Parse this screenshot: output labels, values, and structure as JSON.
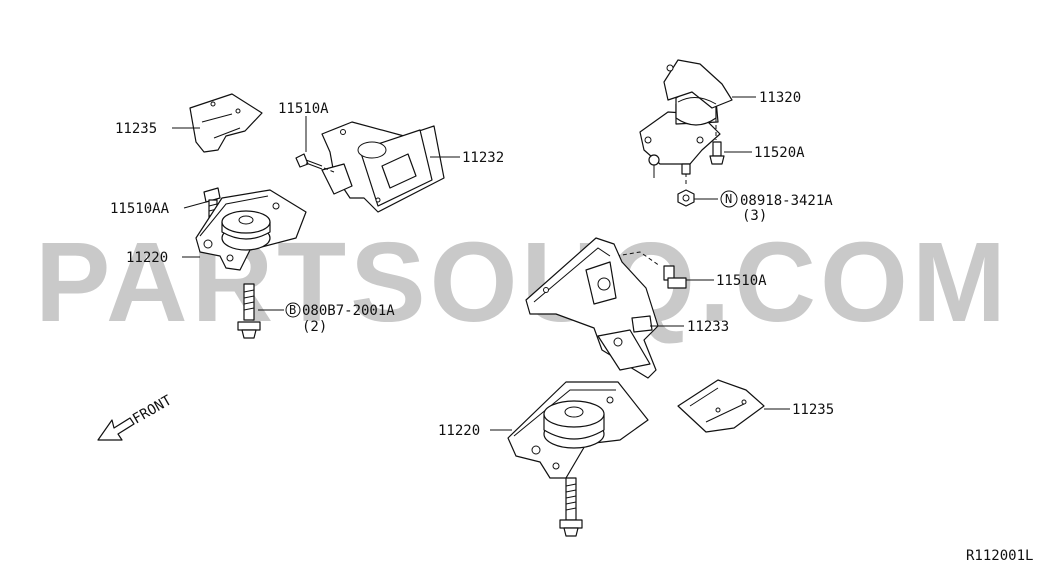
{
  "watermark": "PARTSOUQ.COM",
  "labels": {
    "heat_insulator_left": "11235",
    "bolt_top_left": "11510A",
    "bracket_left": "11232",
    "bolt_left_mount": "11510AA",
    "mount_left": "11220",
    "bolt_b_part": "080B7-2001A",
    "bolt_b_qty": "(2)",
    "bolt_b_symbol": "B",
    "mount_upper_right": "11320",
    "bolt_upper_right": "11520A",
    "nut_n_part": "08918-3421A",
    "nut_n_qty": "(3)",
    "nut_n_symbol": "N",
    "bolt_center_right": "11510A",
    "bracket_right": "11233",
    "mount_bottom": "11220",
    "heat_insulator_right": "11235"
  },
  "front_indicator": "FRONT",
  "diagram_ref": "R112001L"
}
